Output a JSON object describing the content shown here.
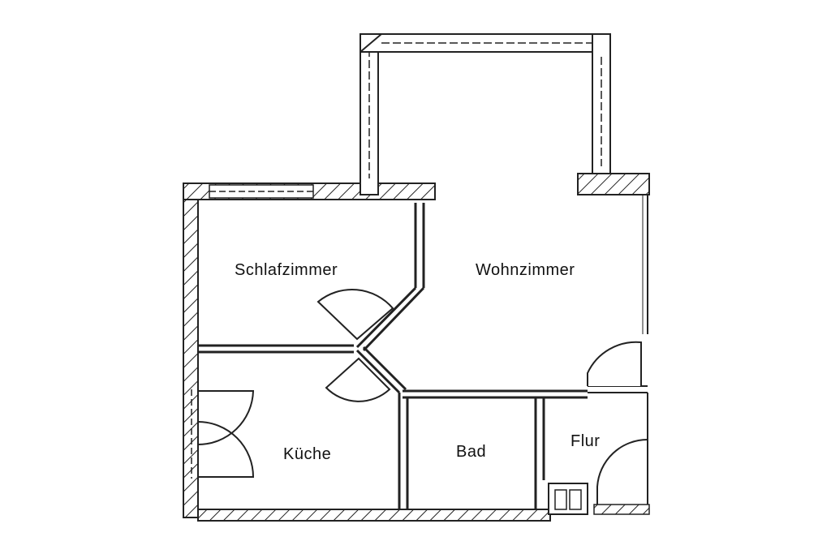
{
  "floorplan": {
    "rooms": [
      {
        "id": "schlafzimmer",
        "label": "Schlafzimmer"
      },
      {
        "id": "wohnzimmer",
        "label": "Wohnzimmer"
      },
      {
        "id": "kueche",
        "label": "Küche"
      },
      {
        "id": "bad",
        "label": "Bad"
      },
      {
        "id": "flur",
        "label": "Flur"
      }
    ]
  }
}
